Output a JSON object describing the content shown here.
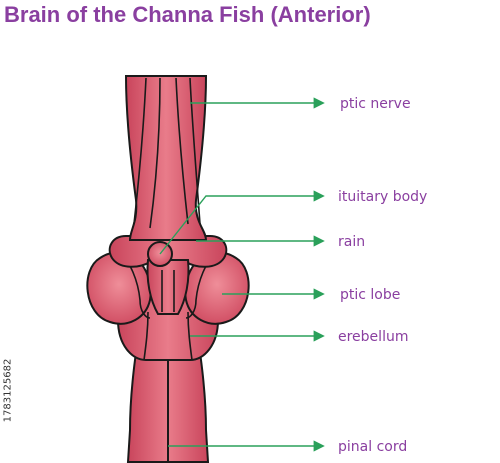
{
  "title": "Brain of the Channa Fish (Anterior)",
  "labels": {
    "optic_nerve": "ptic nerve",
    "pituitary_body": "ituitary body",
    "brain": "rain",
    "optic_lobe": "ptic lobe",
    "cerebellum": "erebellum",
    "spinal_cord": "pinal cord"
  },
  "stock_id": "1783125682",
  "colors": {
    "title": "#8a3fa0",
    "label": "#8a3fa0",
    "arrow": "#2aa05a",
    "tissue": "#d9566a",
    "outline": "#1a1a1a"
  }
}
